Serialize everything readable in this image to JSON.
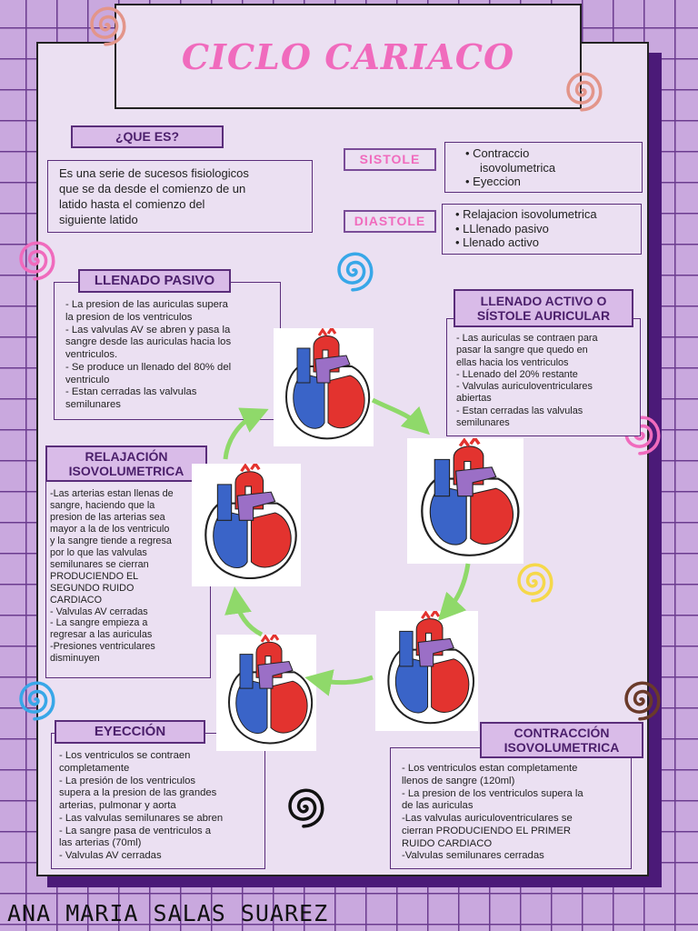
{
  "title": "CICLO CARIACO",
  "author": "ANA MARIA SALAS SUAREZ",
  "colors": {
    "background": "#c9a8de",
    "card": "#ebe0f2",
    "accent_pink": "#f06bbd",
    "accent_purple": "#5a2d7a",
    "arrow_green": "#8fd96a"
  },
  "que_es": {
    "label": "¿QUE ES?",
    "lines": [
      "Es una serie de sucesos fisiologicos",
      "que se  da desde el comienzo de un",
      "latido hasta el comienzo del",
      "siguiente latido"
    ]
  },
  "sistole": {
    "label": "SISTOLE",
    "items": [
      "• Contraccio",
      "isovolumetrica",
      "• Eyeccion"
    ]
  },
  "diastole": {
    "label": "DIASTOLE",
    "items": [
      "• Relajacion isovolumetrica",
      "• LLlenado pasivo",
      "• Llenado activo"
    ]
  },
  "llenado_pasivo": {
    "label": "LLENADO PASIVO",
    "lines": [
      "- La presion de las auriculas supera",
      "la presion de los ventriculos",
      "- Las valvulas AV se abren y pasa la",
      "sangre desde las auriculas hacia los",
      "ventriculos.",
      "- Se produce un llenado del 80% del",
      "ventriculo",
      "- Estan cerradas las valvulas",
      "semilunares"
    ]
  },
  "llenado_activo": {
    "label_1": "LLENADO ACTIVO O",
    "label_2": "SÍSTOLE AURICULAR",
    "lines": [
      "- Las auriculas se contraen para",
      "pasar la sangre que quedo en",
      "ellas hacia los ventriculos",
      "- LLenado del 20% restante",
      "- Valvulas auriculoventriculares",
      "abiertas",
      "- Estan cerradas las valvulas",
      "semilunares"
    ]
  },
  "relajacion": {
    "label_1": "RELAJACIÓN",
    "label_2": "ISOVOLUMETRICA",
    "lines": [
      "-Las arterias estan llenas de",
      "sangre, haciendo que la",
      "presion de las arterias sea",
      "mayor a la de los ventriculo",
      "y la sangre tiende a regresa",
      "por lo que las valvulas",
      "semilunares se cierran",
      "PRODUCIENDO EL",
      "SEGUNDO RUIDO",
      "CARDIACO",
      "- Valvulas AV cerradas",
      "- La sangre empieza a",
      "regresar a las auriculas",
      "-Presiones ventriculares",
      "disminuyen"
    ]
  },
  "eyeccion": {
    "label": "EYECCIÓN",
    "lines": [
      "- Los ventriculos se contraen",
      "completamente",
      "- La presión de los ventriculos",
      "supera a la presion de las grandes",
      "arterias, pulmonar y aorta",
      "- Las valvulas semilunares se abren",
      "- La sangre pasa de ventriculos a",
      "las arterias (70ml)",
      "- Valvulas AV cerradas"
    ]
  },
  "contraccion": {
    "label_1": "CONTRACCIÓN",
    "label_2": "ISOVOLUMETRICA",
    "lines": [
      "- Los ventriculos estan completamente",
      "llenos de sangre (120ml)",
      "- La presion de los ventriculos supera la",
      "de las auriculas",
      "-Las valvulas auriculoventriculares se",
      "cierran PRODUCIENDO EL PRIMER",
      "RUIDO CARDIACO",
      "-Valvulas semilunares cerradas"
    ]
  }
}
